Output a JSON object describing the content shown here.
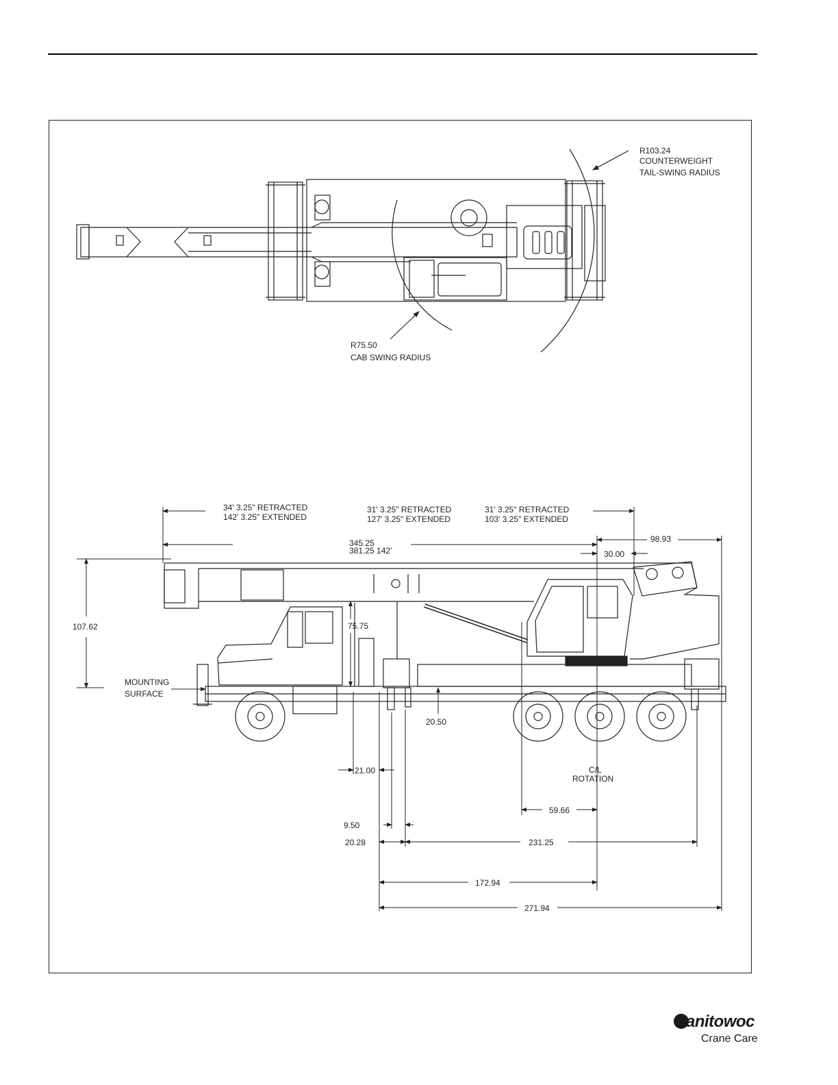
{
  "top_view": {
    "counterweight": {
      "radius": "R103.24",
      "line1": "COUNTERWEIGHT",
      "line2": "TAIL-SWING RADIUS"
    },
    "cab": {
      "radius": "R75.50",
      "line1": "CAB SWING RADIUS"
    }
  },
  "side_view": {
    "boom_labels": [
      {
        "line1": "34' 3.25\" RETRACTED",
        "line2": "142' 3.25\" EXTENDED"
      },
      {
        "line1": "31' 3.25\" RETRACTED",
        "line2": "127' 3.25\" EXTENDED"
      },
      {
        "line1": "31' 3.25\" RETRACTED",
        "line2": "103' 3.25\" EXTENDED"
      }
    ],
    "overall_boom": {
      "line1": "345.25",
      "line2": "381.25 142'"
    },
    "dims": {
      "d_98_93": "98.93",
      "d_30_00": "30.00",
      "d_107_62": "107.62",
      "d_75_75": "75.75",
      "d_20_50": "20.50",
      "d_21_00": "21.00",
      "d_59_66": "59.66",
      "d_9_50": "9.50",
      "d_20_28": "20.28",
      "d_231_25": "231.25",
      "d_172_94": "172.94",
      "d_271_94": "271.94"
    },
    "mounting_surface": {
      "line1": "MOUNTING",
      "line2": "SURFACE"
    },
    "rotation": {
      "line1": "C/L",
      "line2": "ROTATION"
    }
  },
  "logo": {
    "wordmark": "anitowoc",
    "subtitle": "Crane Care"
  }
}
